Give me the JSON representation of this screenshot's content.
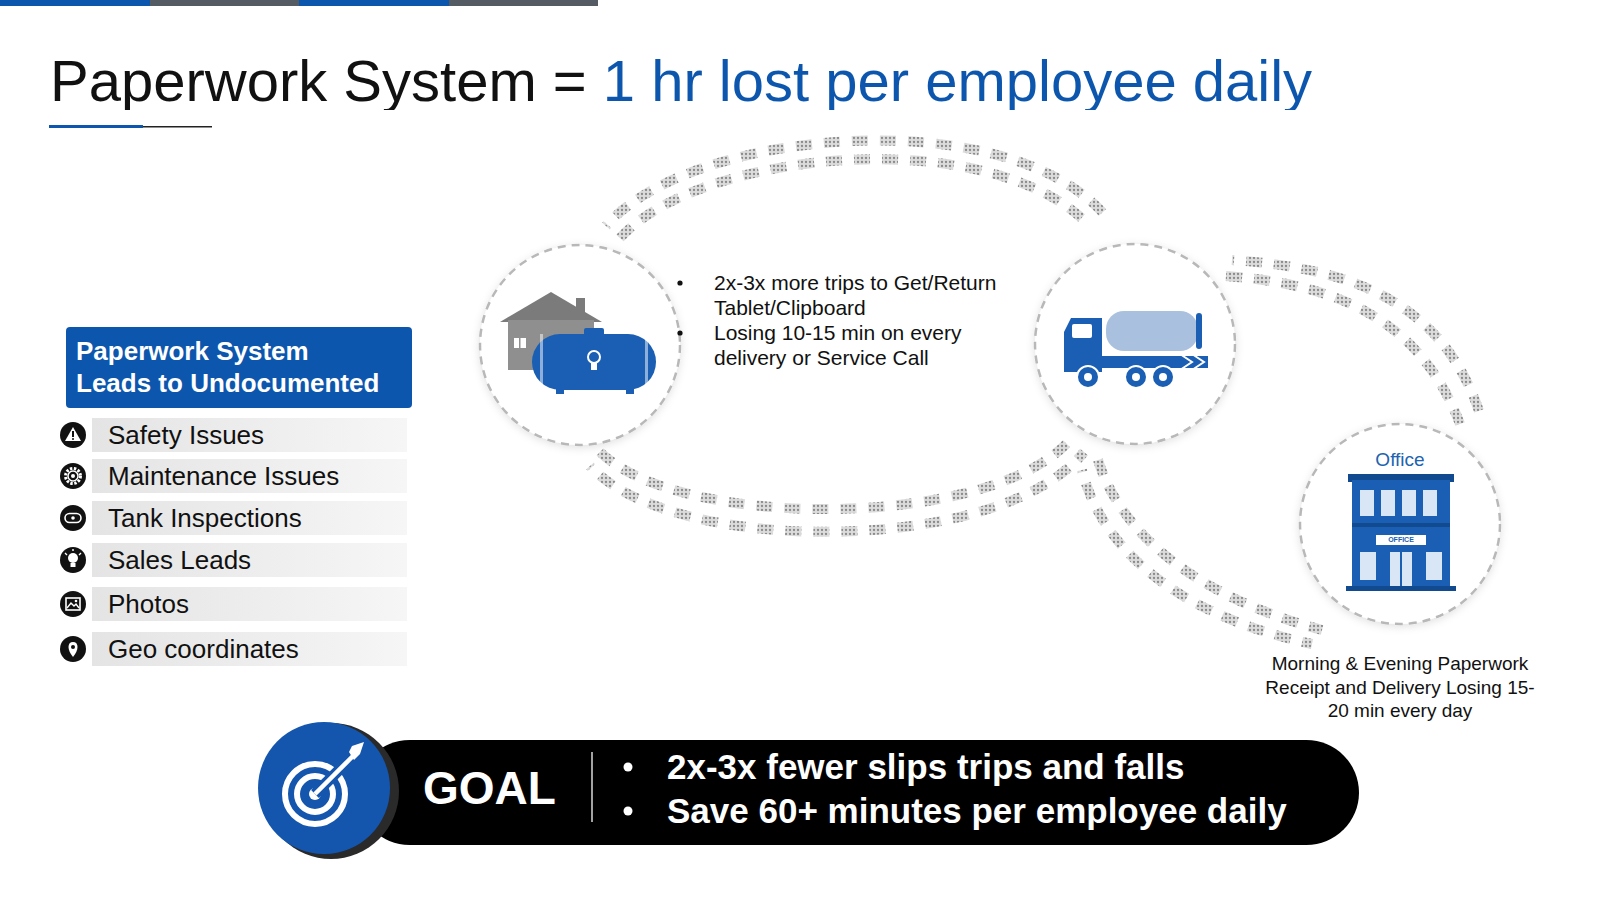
{
  "diagram": {
    "title": "Paperwork System = 1 hr lost per employee daily",
    "nodes": [
      {
        "text": [
          "Paperwork System Leads to Undocumented"
        ]
      },
      {
        "text": [
          "Safety Issues"
        ]
      },
      {
        "text": [
          "Maintenance Issues"
        ]
      },
      {
        "text": [
          "Tank Inspections"
        ]
      },
      {
        "text": [
          "Sales Leads"
        ]
      },
      {
        "text": [
          "Photos"
        ]
      },
      {
        "text": [
          "Geo coordinates"
        ]
      },
      {
        "text": [
          "Office",
          "Morning & Evening Paperwork Receipt and Delivery Losing 15-20 min every day"
        ]
      },
      {
        "text": [
          "GOAL",
          "2x-3x fewer slips trips and falls",
          "Save 60+ minutes per employee daily"
        ]
      }
    ],
    "labels": [
      "2x-3x more trips to Get/Return Tablet/Clipboard",
      "Losing 10-15 min on every delivery or Service Call",
      "OFFICE"
    ]
  }
}
